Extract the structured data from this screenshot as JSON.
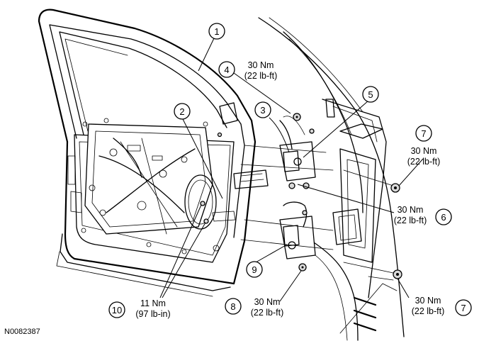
{
  "figure_id": "N0082387",
  "callouts": [
    {
      "num": "1"
    },
    {
      "num": "2"
    },
    {
      "num": "3"
    },
    {
      "num": "4",
      "torque_nm": "30 Nm",
      "torque_alt": "(22 lb-ft)"
    },
    {
      "num": "5"
    },
    {
      "num": "6",
      "torque_nm": "30 Nm",
      "torque_alt": "(22 lb-ft)"
    },
    {
      "num": "7",
      "torque_nm": "30 Nm",
      "torque_alt": "(22 lb-ft)"
    },
    {
      "num": "7",
      "torque_nm": "30 Nm",
      "torque_alt": "(22 lb-ft)"
    },
    {
      "num": "8",
      "torque_nm": "30 Nm",
      "torque_alt": "(22 lb-ft)"
    },
    {
      "num": "9"
    },
    {
      "num": "10",
      "torque_nm": "11 Nm",
      "torque_alt": "(97 lb-in)"
    }
  ]
}
